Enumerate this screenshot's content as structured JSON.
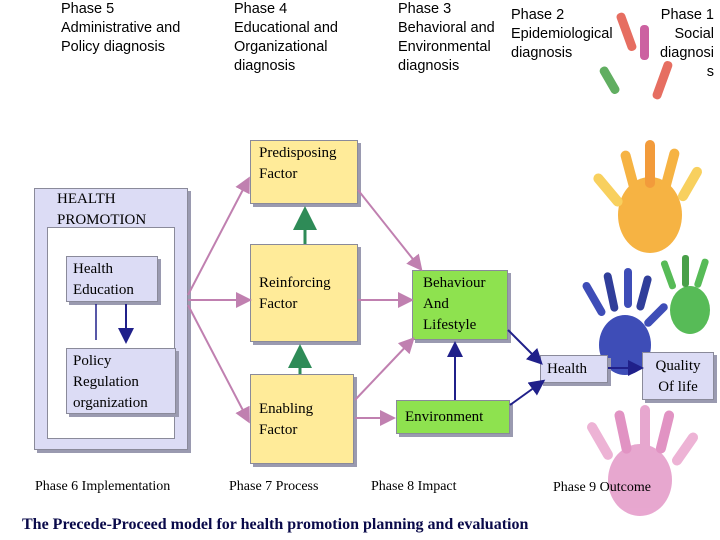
{
  "phases_top": [
    {
      "id": "phase5",
      "text": "Phase 5\nAdministrative and\nPolicy diagnosis"
    },
    {
      "id": "phase4",
      "text": "Phase 4\nEducational and\nOrganizational\ndiagnosis"
    },
    {
      "id": "phase3",
      "text": "Phase 3\nBehavioral and\nEnvironmental\ndiagnosis"
    },
    {
      "id": "phase2",
      "text": "Phase 2\nEpidemiological\ndiagnosis"
    },
    {
      "id": "phase1",
      "text": "Phase 1\nSocial\ndiagnosi\ns"
    }
  ],
  "health_promotion": {
    "title": "HEALTH\nPROMOTION",
    "health_education": "Health\nEducation",
    "policy": "Policy\nRegulation\norganization"
  },
  "factors": {
    "predisposing": "Predisposing\nFactor",
    "reinforcing": "Reinforcing\nFactor",
    "enabling": "Enabling\nFactor"
  },
  "behaviour": "Behaviour\nAnd\nLifestyle",
  "environment": "Environment",
  "health": "Health",
  "quality": "Quality\nOf life",
  "phases_bottom": {
    "phase6": "Phase 6 Implementation",
    "phase7": "Phase 7 Process",
    "phase8": "Phase 8  Impact",
    "phase9": "Phase 9 Outcome"
  },
  "caption": "The Precede-Proceed model for health promotion planning and evaluation",
  "colors": {
    "yellow_box": "#ffeb99",
    "green_box": "#8ee24f",
    "lavender_box": "#dcdcf5",
    "arrow_pink": "#c080b0",
    "arrow_green": "#2e8b57",
    "arrow_blue": "#20208a"
  }
}
